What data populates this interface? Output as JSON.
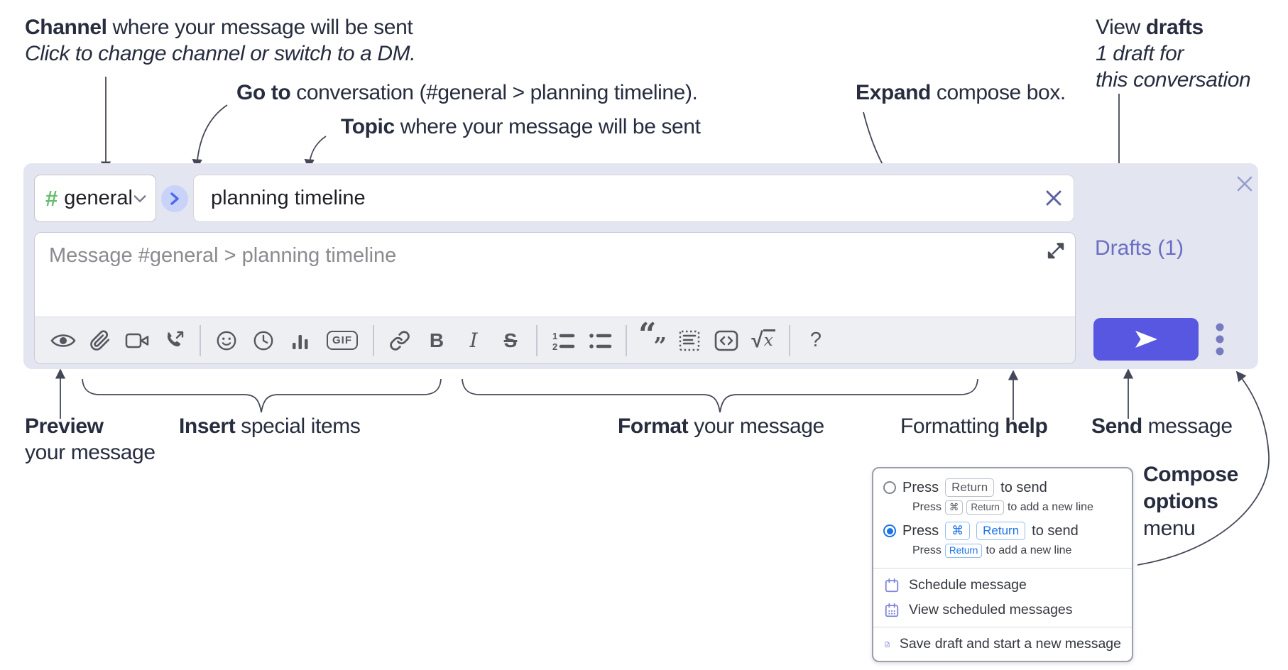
{
  "annotations": {
    "channel": {
      "bold": "Channel",
      "rest": " where your message will be sent",
      "italic": "Click to change channel or switch to a DM."
    },
    "goto": {
      "bold": "Go to",
      "rest": " conversation (#general > planning timeline)."
    },
    "topic": {
      "bold": "Topic",
      "rest": " where your message will be sent"
    },
    "expand": {
      "bold": "Expand",
      "rest": " compose box."
    },
    "view_drafts": {
      "pre": "View ",
      "bold": "drafts",
      "line2": "1 draft for",
      "line3": "this conversation"
    },
    "preview": {
      "bold": "Preview",
      "line2": "your message"
    },
    "insert": {
      "bold": "Insert",
      "rest": " special items"
    },
    "format": {
      "bold": "Format",
      "rest": " your message"
    },
    "formatting_help": {
      "pre": "Formatting ",
      "bold": "help"
    },
    "send": {
      "bold": "Send",
      "rest": " message"
    },
    "compose_options": {
      "line1": "Compose",
      "line2": "options",
      "line3": "menu"
    }
  },
  "compose": {
    "channel_hash": "#",
    "channel_name": "general",
    "topic_value": "planning timeline",
    "message_placeholder": "Message #general > planning timeline",
    "drafts_link": "Drafts (1)",
    "toolbar": {
      "gif_label": "GIF",
      "bold_label": "B",
      "italic_label": "I",
      "strikethrough_label": "S",
      "quote_open": "“",
      "quote_close": "”",
      "math_radical": "√",
      "math_x": "x",
      "help_label": "?",
      "icon_names": [
        "preview-eye",
        "attach-paperclip",
        "video-call",
        "audio-call",
        "emoji",
        "time",
        "poll",
        "gif",
        "link",
        "bold",
        "italic",
        "strikethrough",
        "numbered-list",
        "bulleted-list",
        "quote",
        "spoiler",
        "code",
        "math",
        "help"
      ]
    }
  },
  "menu": {
    "option1": {
      "lead": "Press",
      "key1": "Return",
      "tail": "to send",
      "sub_lead": "Press",
      "sub_key1": "⌘",
      "sub_key2": "Return",
      "sub_tail": "to add a new line"
    },
    "option2": {
      "lead": "Press",
      "key1": "⌘",
      "key2": "Return",
      "tail": "to send",
      "sub_lead": "Press",
      "sub_key1": "Return",
      "sub_tail": "to add a new line"
    },
    "schedule": "Schedule message",
    "view_scheduled": "View scheduled messages",
    "save_draft": "Save draft and start a new message"
  },
  "colors": {
    "container_bg": "#e3e5f1",
    "send_button": "#5857e2",
    "drafts_link": "#6b6ec2",
    "channel_hash_green": "#66bd6d",
    "kbd_blue": "#1a73e8",
    "menu_icon_purple": "#8184d9",
    "annotation_ink": "#272d3f"
  }
}
